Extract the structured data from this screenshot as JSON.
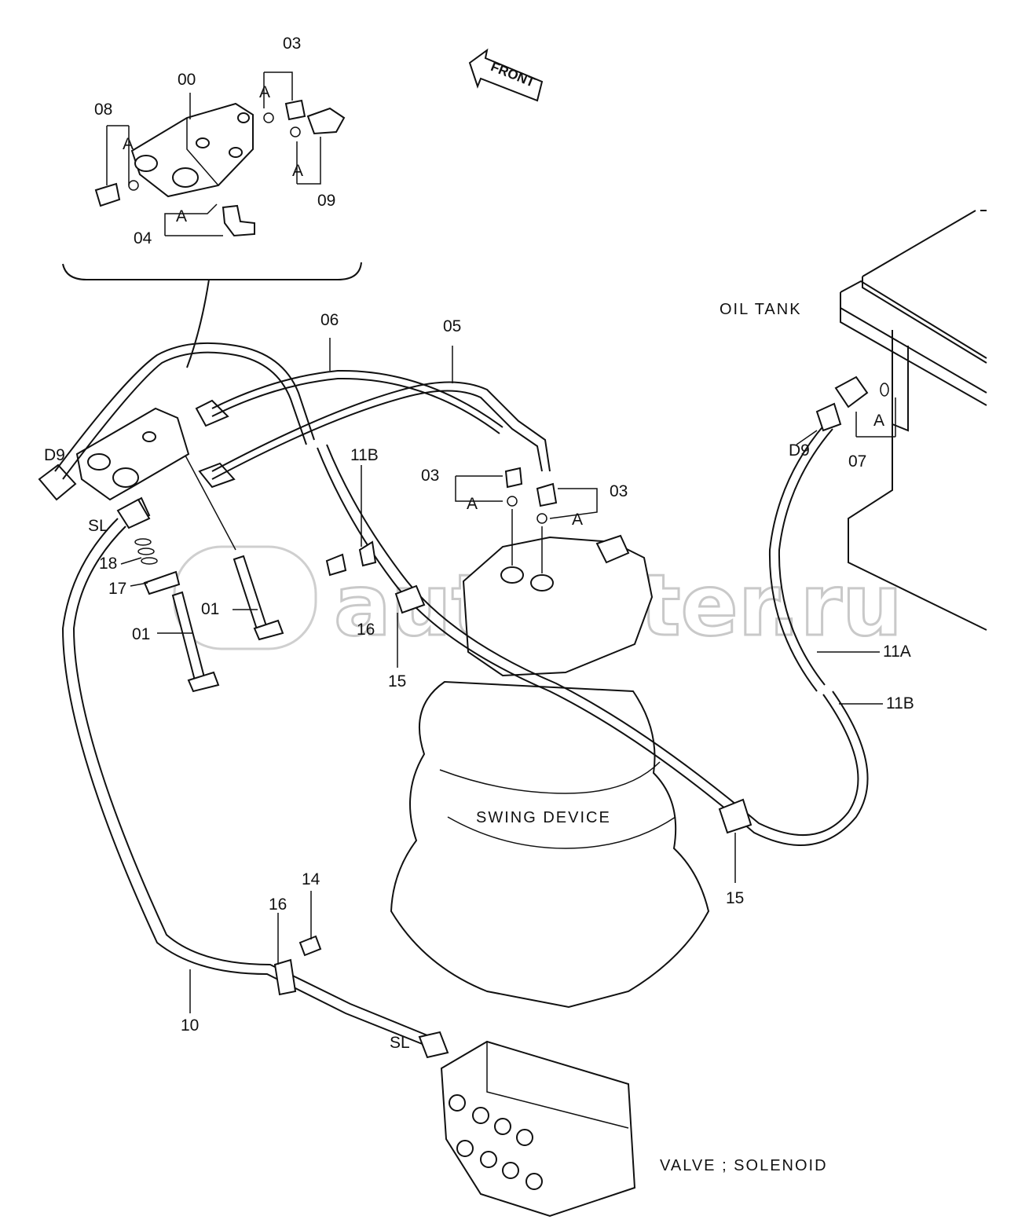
{
  "watermark": "autopiter.ru",
  "direction_arrow": "FRONT",
  "captions": {
    "oil_tank": "OIL TANK",
    "swing_device": "SWING DEVICE",
    "valve_solenoid": "VALVE ; SOLENOID"
  },
  "labels": {
    "p00": "00",
    "p03_top": "03",
    "p08": "08",
    "a_top1": "A",
    "a_top2": "A",
    "a_top3": "A",
    "a_top4": "A",
    "p09": "09",
    "p04": "04",
    "p06": "06",
    "p05": "05",
    "d9_left": "D9",
    "d9_right": "D9",
    "p11b_top": "11B",
    "p03_mid_left": "03",
    "p03_mid_right": "03",
    "a_mid_left": "A",
    "a_mid_right": "A",
    "a_right": "A",
    "p07": "07",
    "sl_top": "SL",
    "p18": "18",
    "p17": "17",
    "p01_a": "01",
    "p01_b": "01",
    "p16_top": "16",
    "p15_left": "15",
    "p11a": "11A",
    "p11b_right": "11B",
    "p15_right": "15",
    "p14": "14",
    "p16_bottom": "16",
    "p10": "10",
    "sl_bottom": "SL"
  }
}
